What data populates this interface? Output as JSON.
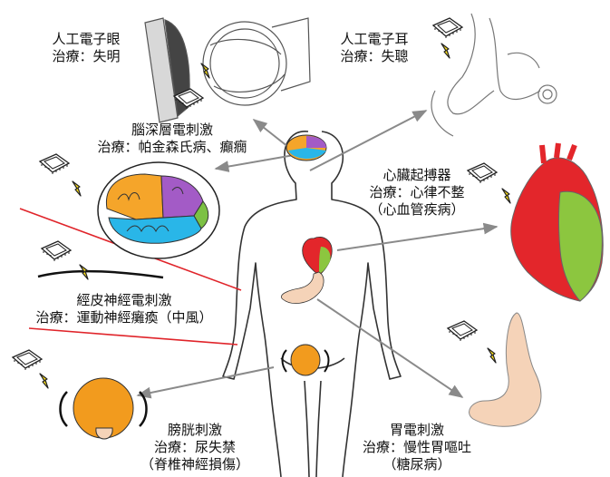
{
  "labels": {
    "eye": {
      "title": "人工電子眼",
      "therapy": "治療：失明"
    },
    "ear": {
      "title": "人工電子耳",
      "therapy": "治療：失聰"
    },
    "dbs": {
      "title": "腦深層電刺激",
      "therapy": "治療：帕金森氏病、癲癇"
    },
    "pacemaker": {
      "title": "心臟起搏器",
      "therapy": "治療：心律不整",
      "therapy2": "（心血管疾病）"
    },
    "nerve": {
      "title": "經皮神經電刺激",
      "therapy": "治療：運動神經癱瘓（中風）"
    },
    "bladder": {
      "title": "膀胱刺激",
      "therapy": "治療：尿失禁",
      "therapy2": "（脊椎神經損傷）"
    },
    "gastric": {
      "title": "胃電刺激",
      "therapy": "治療：慢性胃嘔吐",
      "therapy2": "（糖尿病）"
    }
  },
  "colors": {
    "heart_red": "#e3262b",
    "heart_green": "#8cc63f",
    "brain_orange": "#f5a52a",
    "brain_purple": "#a35bc6",
    "brain_blue": "#29b6e8",
    "brain_green": "#7cc144",
    "bladder_orange": "#f29b1e",
    "stomach_peach": "#f5d3b8",
    "arrow_gray": "#8a8a8a",
    "red_line": "#e0242a"
  },
  "icons": [
    "chip-icon",
    "lightning-icon"
  ]
}
